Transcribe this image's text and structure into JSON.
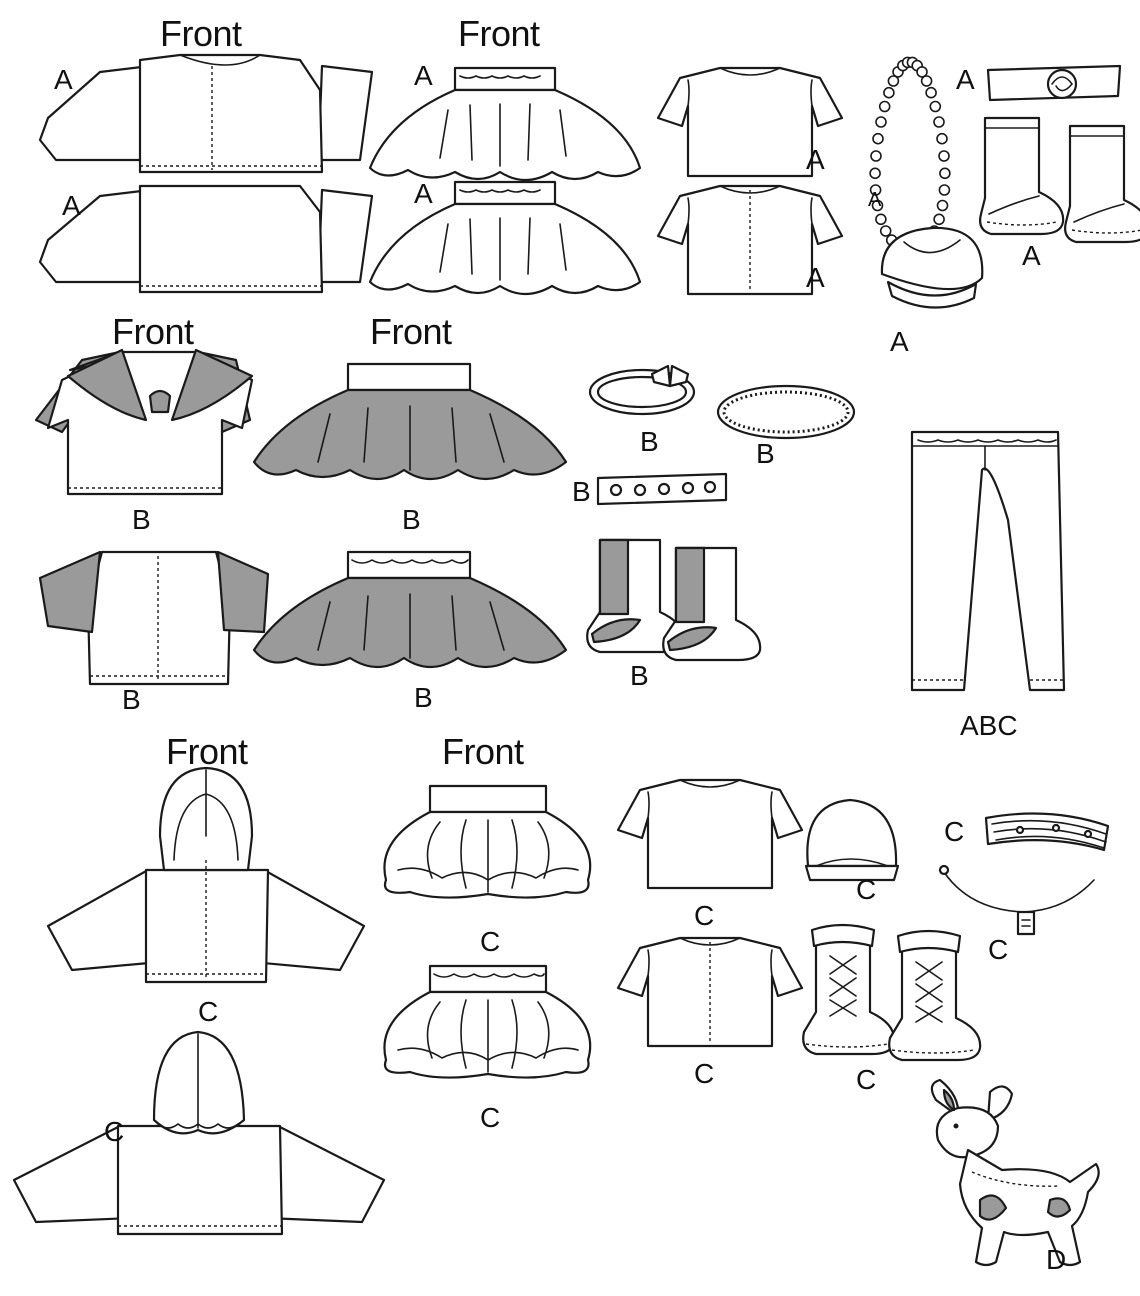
{
  "header_labels": {
    "front": "Front"
  },
  "view_labels": {
    "a": "A",
    "b": "B",
    "c": "C",
    "d": "D",
    "abc": "ABC"
  },
  "colors": {
    "line": "#1a1a1a",
    "fill_shaded": "#9a9a9a",
    "paper": "#ffffff"
  }
}
